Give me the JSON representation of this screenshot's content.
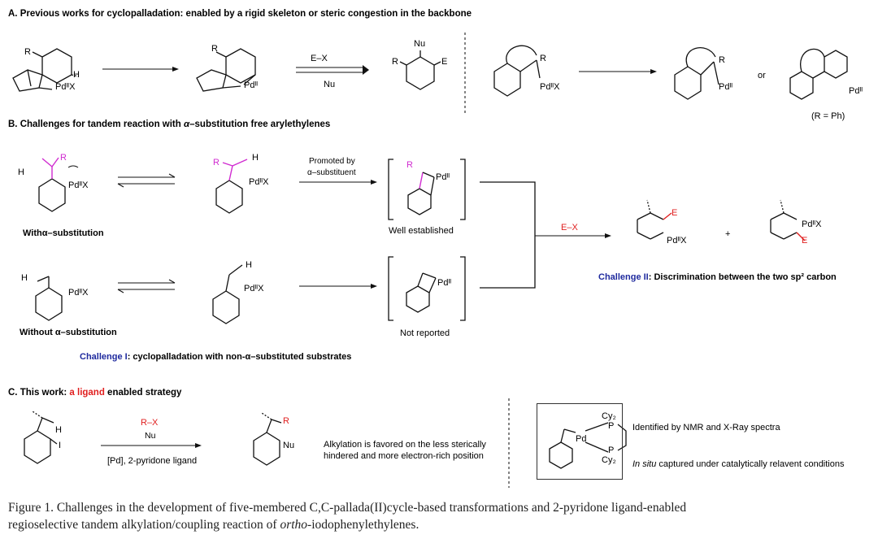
{
  "sectionA": {
    "title": "A. Previous works for cyclopalladation:  enabled by a rigid skeleton or steric congestion in the backbone",
    "arrow_top": "E–X",
    "arrow_bottom": "Nu",
    "r_note": "(R = Ph)",
    "or": "or"
  },
  "sectionB": {
    "title_prefix": "B. Challenges for tandem reaction with ",
    "title_alpha": "α",
    "title_suffix": "–substitution free arylethylenes",
    "promoted_line1": "Promoted by",
    "promoted_line2": "α–substituent",
    "well_established": "Well established",
    "not_reported": "Not reported",
    "with_alpha": "Withα–substitution",
    "without_alpha": "Without α–substitution",
    "ex_label": "E–X",
    "plus": "+",
    "challenge1_label": "Challenge I",
    "challenge1_text": ": cyclopalladation with non-α–substituted substrates",
    "challenge2_label": "Challenge II",
    "challenge2_text": ": Discrimination between the two sp² carbon"
  },
  "sectionC": {
    "title_prefix": "C. This work: ",
    "title_highlight": "a ligand",
    "title_suffix": " enabled strategy",
    "reagent1": "R–X",
    "reagent2": "Nu",
    "conditions": "[Pd], 2-pyridone ligand",
    "favored_line1": "Alkylation is favored on the less sterically",
    "favored_line2": "hindered and more electron-rich position",
    "identified": "Identified by NMR and X-Ray spectra",
    "insitu_italic": "In situ",
    "insitu_rest": " captured under catalytically relavent conditions"
  },
  "caption": {
    "line1": "Figure  1.  Challenges  in  the  development  of  five-membered  C,C-pallada(II)cycle-based  transformations  and  2-pyridone  ligand-enabled",
    "line2_pre": "regioselective tandem alkylation/coupling reaction of ",
    "line2_italic": "ortho",
    "line2_post": "-iodophenylethylenes."
  },
  "atoms": {
    "R": "R",
    "H": "H",
    "Nu": "Nu",
    "E": "E",
    "I": "I",
    "PdIIX": "PdᴵᴵX",
    "PdII": "Pdᴵᴵ",
    "Pd": "Pd",
    "P": "P",
    "Cy2": "Cy₂"
  }
}
